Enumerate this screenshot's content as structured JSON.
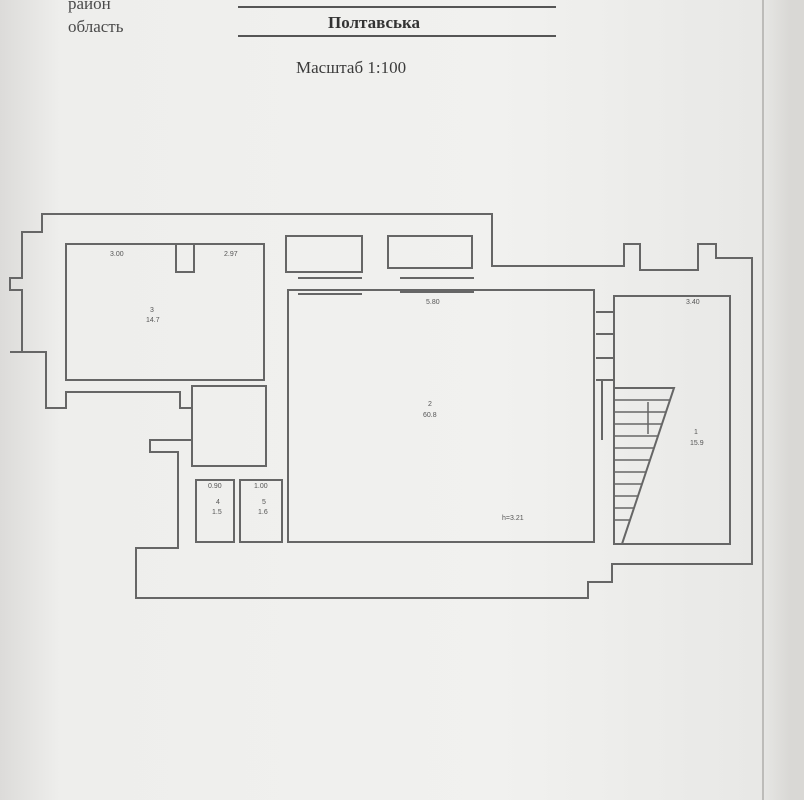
{
  "header": {
    "district_label": "район",
    "region_label": "область",
    "region_value": "Полтавська",
    "scale": "Масштаб 1:100"
  },
  "plan": {
    "rooms": [
      {
        "number": "3",
        "area": "14.7",
        "width_top_left": "3.00",
        "width_top_right": "2.97"
      },
      {
        "number": "2",
        "area": "60.8",
        "width_top": "5.80",
        "height_note": "h=3.21"
      },
      {
        "number": "1",
        "area": "15.9",
        "width_top": "3.40"
      },
      {
        "number": "4",
        "area": "1.5",
        "width_top": "0.90"
      },
      {
        "number": "5",
        "area": "1.6",
        "width_top": "1.00"
      }
    ]
  }
}
